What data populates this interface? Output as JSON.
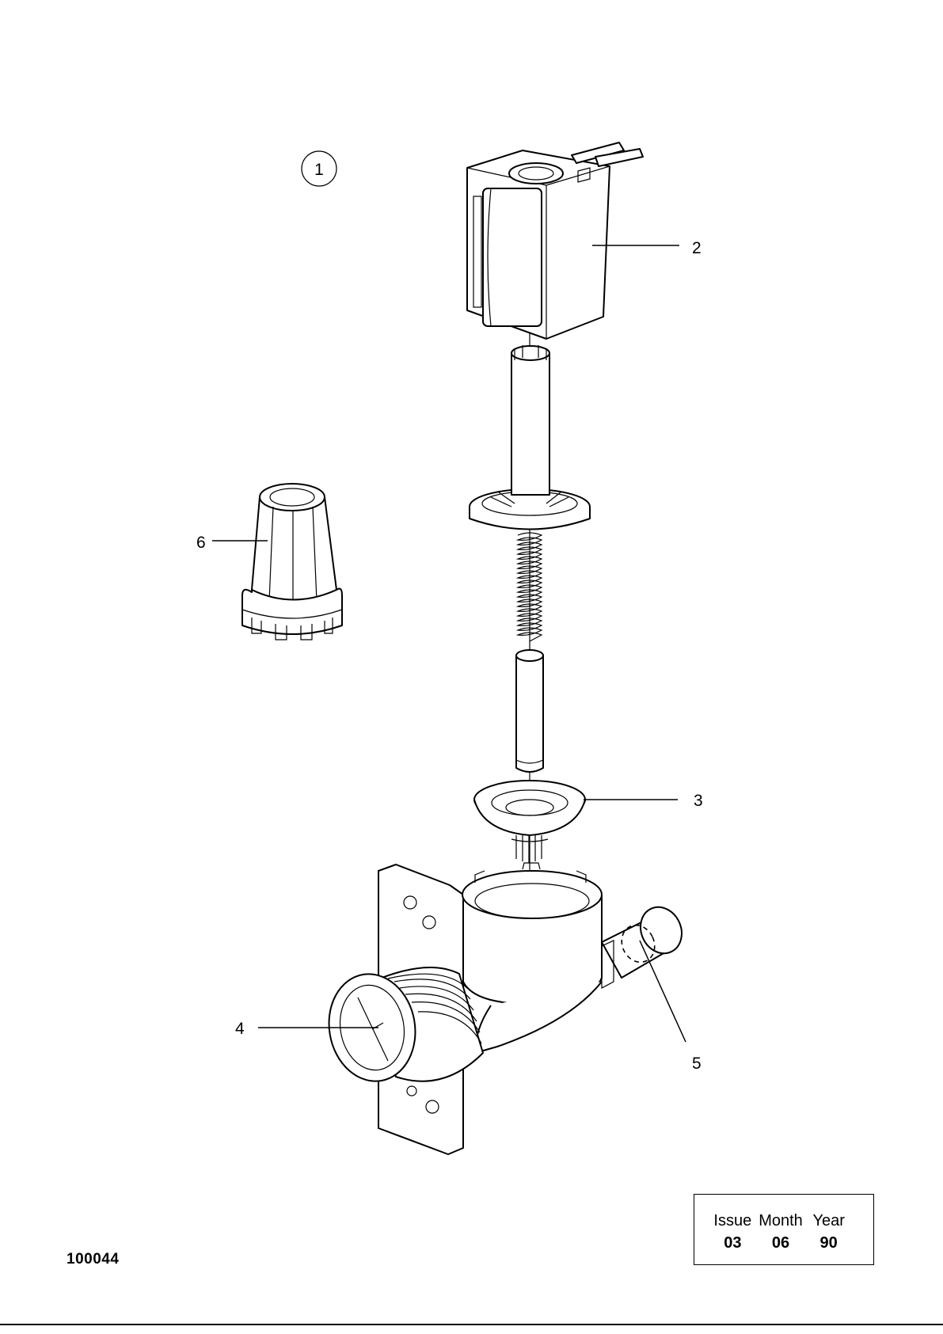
{
  "drawing_number": "100044",
  "assembly_callout": "1",
  "part_labels": {
    "coil": "2",
    "diaphragm": "3",
    "valve_body": "4",
    "inlet_filter": "5",
    "tool": "6"
  },
  "issue_box": {
    "headers": {
      "issue": "Issue",
      "month": "Month",
      "year": "Year"
    },
    "values": {
      "issue": "03",
      "month": "06",
      "year": "90"
    }
  }
}
